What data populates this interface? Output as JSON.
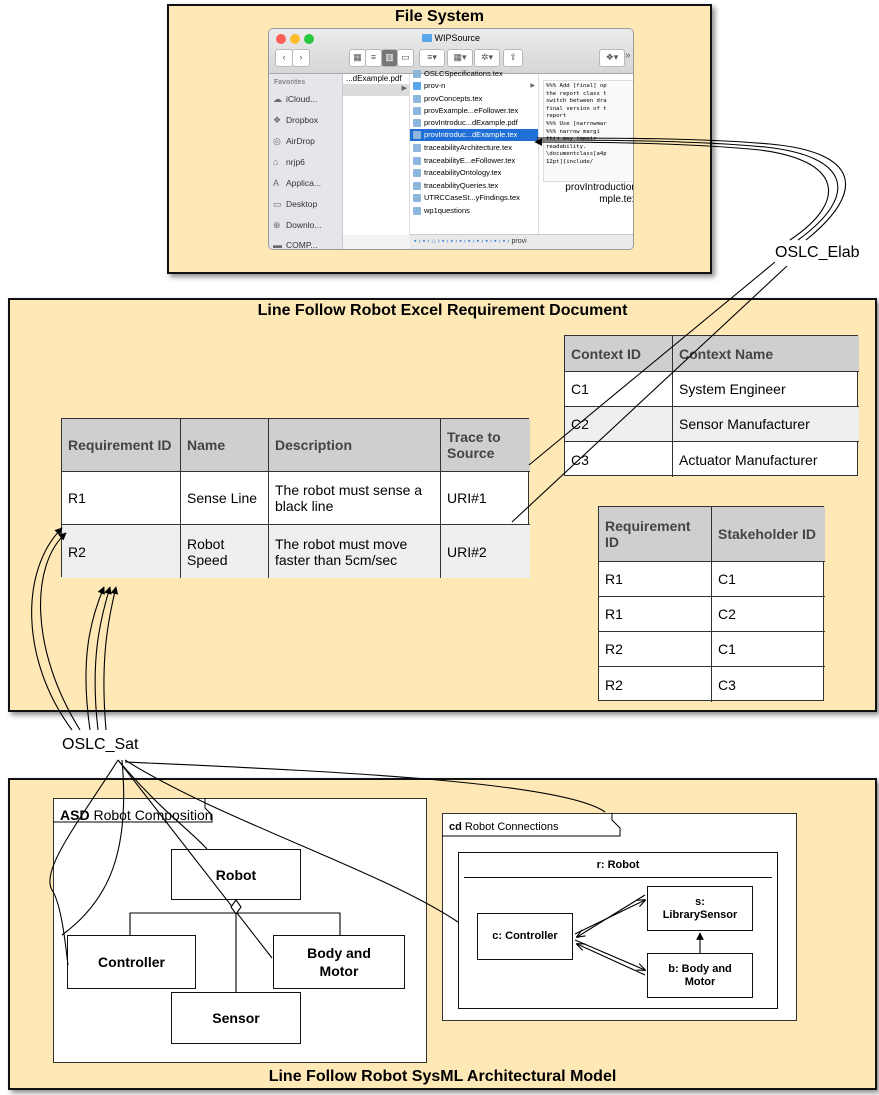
{
  "file_system": {
    "title": "File System",
    "window_title": "WIPSource",
    "sidebar_heading": "Favorites",
    "sidebar_items": [
      {
        "label": "iCloud...",
        "icon": "cloud-icon"
      },
      {
        "label": "Dropbox",
        "icon": "dropbox-icon"
      },
      {
        "label": "AirDrop",
        "icon": "airdrop-icon"
      },
      {
        "label": "nrjp6",
        "icon": "home-icon"
      },
      {
        "label": "Applica...",
        "icon": "applications-icon"
      },
      {
        "label": "Desktop",
        "icon": "desktop-icon"
      },
      {
        "label": "Downlo...",
        "icon": "downloads-icon"
      },
      {
        "label": "COMP...",
        "icon": "folder-icon"
      }
    ],
    "column1_file": "...dExample.pdf",
    "files": [
      {
        "name": "OSLCSpecifications.tex",
        "folder": false,
        "selected": false
      },
      {
        "name": "prov-n",
        "folder": true,
        "selected": false
      },
      {
        "name": "provConcepts.tex",
        "folder": false,
        "selected": false
      },
      {
        "name": "provExample...eFollower.tex",
        "folder": false,
        "selected": false
      },
      {
        "name": "provIntroduc...dExample.pdf",
        "folder": false,
        "selected": false
      },
      {
        "name": "provIntroduc...dExample.tex",
        "folder": false,
        "selected": true
      },
      {
        "name": "traceabilityArchitecture.tex",
        "folder": false,
        "selected": false
      },
      {
        "name": "traceabilityE...eFollower.tex",
        "folder": false,
        "selected": false
      },
      {
        "name": "traceabilityOntology.tex",
        "folder": false,
        "selected": false
      },
      {
        "name": "traceabilityQueries.tex",
        "folder": false,
        "selected": false
      },
      {
        "name": "UTRCCaseSt...yFindings.tex",
        "folder": false,
        "selected": false
      },
      {
        "name": "wp1questions",
        "folder": false,
        "selected": false
      }
    ],
    "preview_text": "%%% Add [final] op\nthe report class t\nswitch between dra\nfinal version of t\nreport\n%%% Use [narrowmar\n%%% narrow margi\nthis may impair\nreadability.\n\\documentclass[a4p\n12pt]{include/",
    "preview_name_1": "provIntroduction",
    "preview_name_2": "mple.tex",
    "path_end": "provi"
  },
  "oslc_elab": "OSLC_Elab",
  "oslc_sat": "OSLC_Sat",
  "excel": {
    "title": "Line Follow Robot Excel Requirement Document",
    "requirements": {
      "headers": [
        "Requirement ID",
        "Name",
        "Description",
        "Trace to Source"
      ],
      "rows": [
        [
          "R1",
          "Sense Line",
          "The robot must sense a black line",
          "URI#1"
        ],
        [
          "R2",
          "Robot Speed",
          "The robot must move faster than 5cm/sec",
          "URI#2"
        ]
      ]
    },
    "contexts": {
      "headers": [
        "Context ID",
        "Context Name"
      ],
      "rows": [
        [
          "C1",
          "System Engineer"
        ],
        [
          "C2",
          "Sensor Manufacturer"
        ],
        [
          "C3",
          "Actuator Manufacturer"
        ]
      ]
    },
    "stakeholders": {
      "headers": [
        "Requirement ID",
        "Stakeholder ID"
      ],
      "rows": [
        [
          "R1",
          "C1"
        ],
        [
          "R1",
          "C2"
        ],
        [
          "R2",
          "C1"
        ],
        [
          "R2",
          "C3"
        ]
      ]
    }
  },
  "sysml": {
    "title": "Line Follow Robot SysML Architectural Model",
    "asd": {
      "keyword": "ASD",
      "name": "Robot Composition",
      "blocks": {
        "robot": "Robot",
        "controller": "Controller",
        "body_motor": "Body and Motor",
        "sensor": "Sensor"
      }
    },
    "cd": {
      "keyword": "cd",
      "name": "Robot Connections",
      "part": "r: Robot",
      "controller": "c: Controller",
      "sensor": "s: LibrarySensor",
      "body_motor": "b: Body and Motor"
    }
  }
}
